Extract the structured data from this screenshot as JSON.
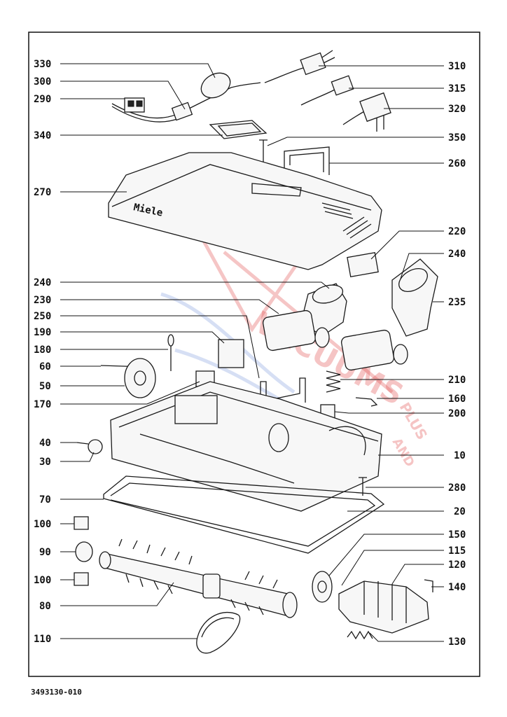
{
  "diagram": {
    "brand_label": "Miele",
    "footer_code": "3493130-010",
    "watermark": {
      "line1": "VACUUMS",
      "line2": "PLUS",
      "line3": "AND"
    },
    "callouts_left": [
      "330",
      "300",
      "290",
      "340",
      "270",
      "240",
      "230",
      "250",
      "190",
      "180",
      "60",
      "50",
      "170",
      "40",
      "30",
      "70",
      "100",
      "90",
      "100",
      "80",
      "110"
    ],
    "callouts_right": [
      "310",
      "315",
      "320",
      "350",
      "260",
      "220",
      "240",
      "235",
      "210",
      "160",
      "200",
      "10",
      "280",
      "20",
      "150",
      "115",
      "120",
      "140",
      "130"
    ]
  }
}
